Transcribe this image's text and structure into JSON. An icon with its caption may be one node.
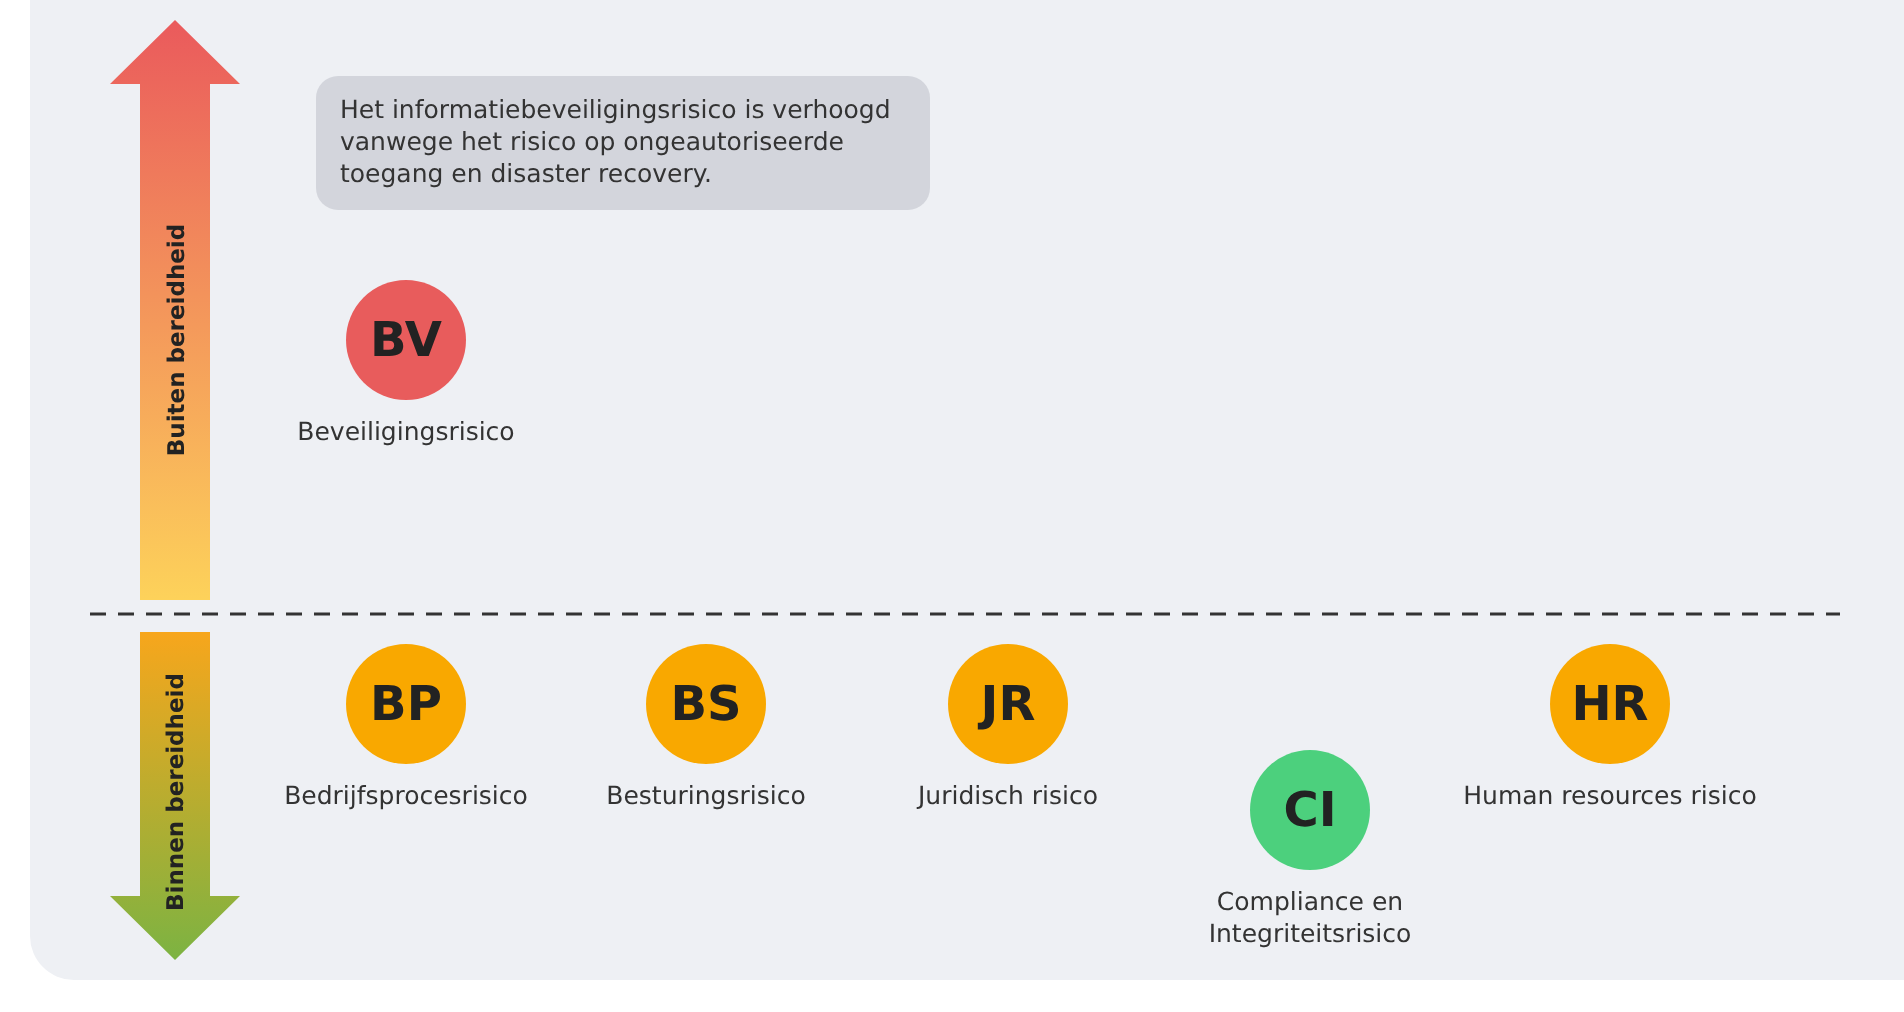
{
  "diagram": {
    "nodes": [
      {
        "text": [
          "Het informatiebeveiligingsrisico is verhoogd vanwege het risico op ongeautoriseerde toegang en disaster recovery."
        ]
      },
      {
        "text": [
          "BV"
        ],
        "beside": [
          "Beveiligingsrisico"
        ]
      },
      {
        "text": [
          "BP"
        ],
        "beside": [
          "Bedrijfsprocesrisico"
        ]
      },
      {
        "text": [
          "BS"
        ],
        "beside": [
          "Besturingsrisico"
        ]
      },
      {
        "text": [
          "JR"
        ],
        "beside": [
          "Juridisch risico"
        ]
      },
      {
        "text": [
          "CI"
        ],
        "beside": [
          "Compliance en Integriteitsrisico"
        ]
      },
      {
        "text": [
          "HR"
        ],
        "beside": [
          "Human resources risico"
        ]
      }
    ],
    "labels": [
      "Buiten bereidheid",
      "Binnen bereidheid"
    ]
  }
}
